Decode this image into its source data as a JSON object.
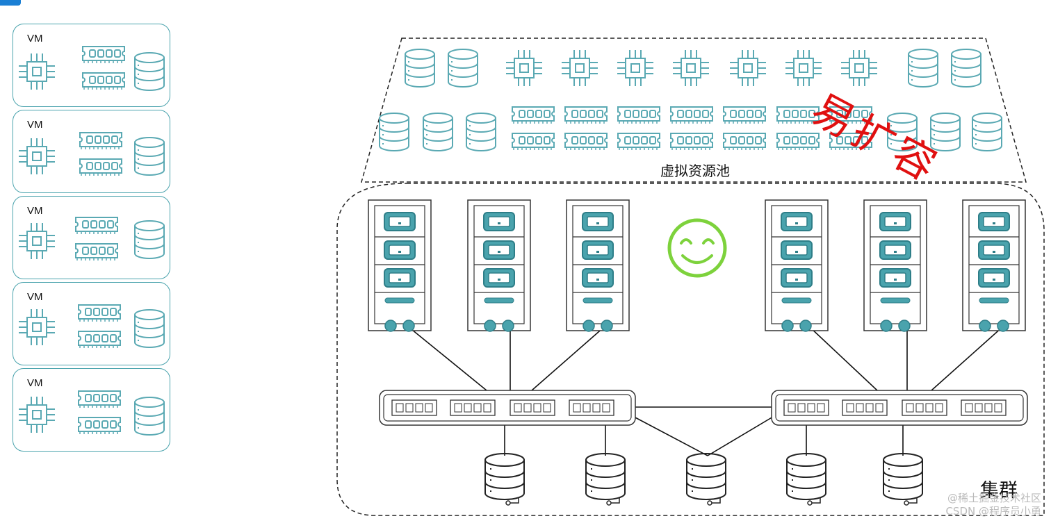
{
  "vm_panel": {
    "cards": [
      {
        "label": "VM"
      },
      {
        "label": "VM"
      },
      {
        "label": "VM"
      },
      {
        "label": "VM"
      },
      {
        "label": "VM"
      }
    ]
  },
  "pool": {
    "label": "虚拟资源池",
    "annotation": "易扩容"
  },
  "cluster": {
    "label": "集群",
    "servers": 6,
    "switches": 2,
    "storage_nodes": 5
  },
  "watermarks": {
    "line1": "@稀土掘金技术社区",
    "line2": "CSDN @程序员小勇"
  },
  "colors": {
    "teal": "#4aa3ad",
    "icon_teal": "#5aa9b3",
    "annotation_red": "#e01010",
    "smiley_green": "#7dd23c",
    "accent_blue": "#1a7fd4"
  }
}
